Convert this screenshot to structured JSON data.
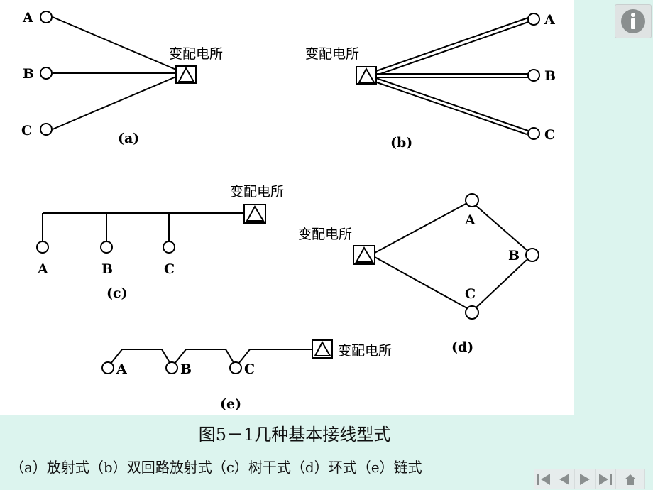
{
  "substation_label": "变配电所",
  "nodes": {
    "a": "A",
    "b": "B",
    "c": "C"
  },
  "sub_labels": {
    "a": "(a)",
    "b": "(b)",
    "c": "(c)",
    "d": "(d)",
    "e": "(e)"
  },
  "caption": {
    "title": "图5－1几种基本接线型式",
    "subtitle": "（a）放射式（b）双回路放射式（c）树干式（d）环式（e）链式"
  },
  "icons": {
    "info": "info-icon",
    "nav": [
      "first-page-icon",
      "prev-page-icon",
      "next-page-icon",
      "last-page-icon",
      "home-icon"
    ]
  },
  "colors": {
    "background": "#dcf4ee",
    "panel": "#ffffff",
    "ink": "#000000",
    "icon_gray": "#8a8f8f"
  }
}
